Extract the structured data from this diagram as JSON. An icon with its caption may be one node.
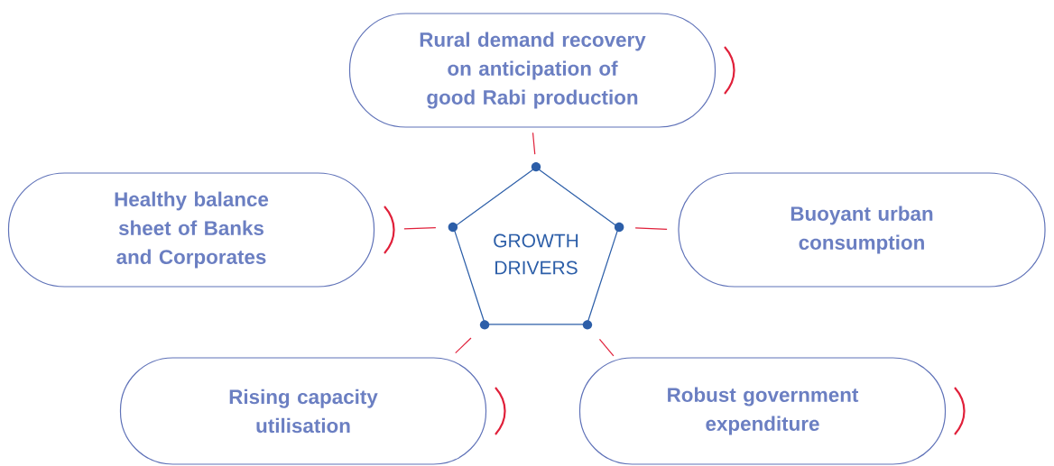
{
  "diagram": {
    "nodes": [
      {
        "text": [
          "Rural demand recovery on anticipation of good Rabi production"
        ]
      },
      {
        "text": [
          "Healthy balance sheet of Banks and Corporates"
        ]
      },
      {
        "text": [
          "GROWTH DRIVERS"
        ]
      },
      {
        "text": [
          "Buoyant urban consumption"
        ]
      },
      {
        "text": [
          "Rising capacity utilisation"
        ]
      },
      {
        "text": [
          "Robust government expenditure"
        ]
      }
    ],
    "edges": [
      {
        "from": 2,
        "to": 0,
        "arrow": "none"
      },
      {
        "from": 2,
        "to": 1,
        "arrow": "none"
      },
      {
        "from": 2,
        "to": 3,
        "arrow": "none"
      },
      {
        "from": 2,
        "to": 4,
        "arrow": "none"
      },
      {
        "from": 2,
        "to": 5,
        "arrow": "none"
      }
    ]
  }
}
